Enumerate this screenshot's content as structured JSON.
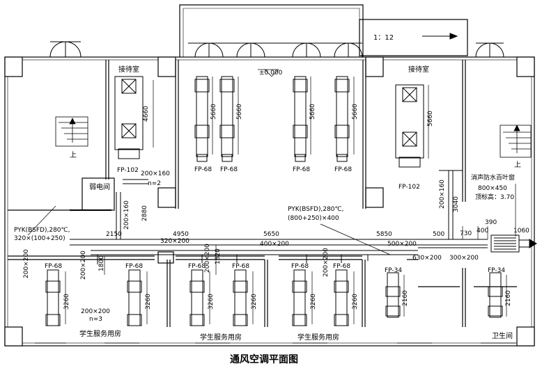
{
  "title": "通风空调平面图",
  "scale": "1：12",
  "elevation": "±0.000",
  "rooms": {
    "reception_left": "接待室",
    "reception_right": "接待室",
    "weak_electric": "弱电间",
    "student_room_1": "学生服务用房",
    "student_room_2": "学生服务用房",
    "student_room_3": "学生服务用房",
    "toilet": "卫生间"
  },
  "stairs_up_label": "上",
  "units": {
    "fp102_left": "FP-102",
    "fp102_right": "FP-102",
    "fp68_top": [
      "FP-68",
      "FP-68",
      "FP-68",
      "FP-68"
    ],
    "fp68_bottom": [
      "FP-68",
      "FP-68",
      "FP-68",
      "FP-68",
      "FP-68",
      "FP-68"
    ],
    "fp34": [
      "FP-34",
      "FP-34"
    ]
  },
  "dims": {
    "d4660": "4660",
    "d5660_a": "5660",
    "d5660_b": "5660",
    "d5660_c": "5660",
    "d5660_d": "5660",
    "d5660_e": "5660",
    "d3260_a": "3260",
    "d3260_b": "3260",
    "d3260_c": "3260",
    "d3260_d": "3260",
    "d3260_e": "3260",
    "d3260_f": "3260",
    "d2160_a": "2160",
    "d2160_b": "2160",
    "d2880": "2880",
    "d2150": "2150",
    "d4950": "4950",
    "d5650": "5650",
    "d5850": "5850",
    "d500": "500",
    "d730": "730",
    "d400": "400",
    "d390": "390",
    "d1060": "1060",
    "d1800": "1800",
    "d1820": "1820",
    "d3040": "3040"
  },
  "ducts": {
    "d200x160_a": "200×160",
    "n2": "n=2",
    "d200x160_b": "200×160",
    "d200x160_c": "200×160",
    "d320x200": "320×200",
    "d400x200": "400×200",
    "d500x200": "500×200",
    "d630x200": "630×200",
    "d300x200": "300×200",
    "d200x200_a": "200×200",
    "d200x200_b": "200×200",
    "d200x200_c": "200×200",
    "d200x200_d": "200×200",
    "d200x200_e": "200×200",
    "n3": "n=3"
  },
  "annotations": {
    "pyk_left_1": "PYK(BSFD),280℃,",
    "pyk_left_2": "320×(100+250)",
    "pyk_mid_1": "PYK(BSFD),280℃,",
    "pyk_mid_2": "(800+250)×400",
    "louver_1": "消声防水百叶窗",
    "louver_2": "800×450",
    "louver_3": "顶标高：3.70"
  }
}
